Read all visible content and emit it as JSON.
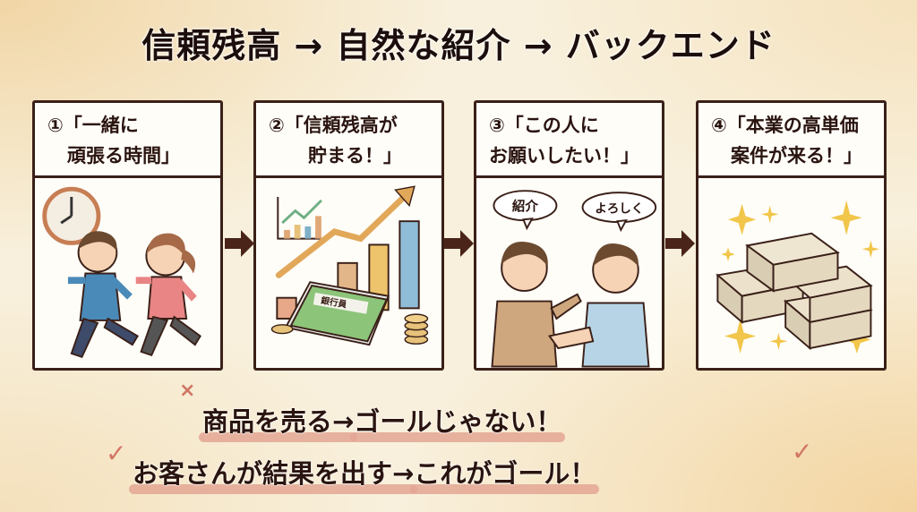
{
  "title": "信頼残高 → 自然な紹介 → バックエンド",
  "panels": [
    {
      "number": "①",
      "line1": "「一緒に",
      "line2": "頑張る時間」",
      "art": "running-together"
    },
    {
      "number": "②",
      "line1": "「信頼残高が",
      "line2": "貯まる！」",
      "art": "growth-chart-passbook",
      "passbook_label": "銀行員"
    },
    {
      "number": "③",
      "line1": "「この人に",
      "line2": "お願いしたい！」",
      "art": "handshake",
      "bubble_left": "紹介",
      "bubble_right": "よろしく"
    },
    {
      "number": "④",
      "line1": "「本業の高単価",
      "line2": "案件が来る！」",
      "art": "money-stacks"
    }
  ],
  "bottom": {
    "wrong_mark": "×",
    "wrong_a": "商品を売る→",
    "wrong_b": "ゴールじゃない！",
    "right_mark": "✓",
    "right_a": "お客さんが結果を出す→",
    "right_b": "これがゴール！"
  },
  "colors": {
    "ink": "#2a1410",
    "highlight": "#e3a693",
    "mark": "#d17564",
    "arrow": "#4a2418"
  }
}
